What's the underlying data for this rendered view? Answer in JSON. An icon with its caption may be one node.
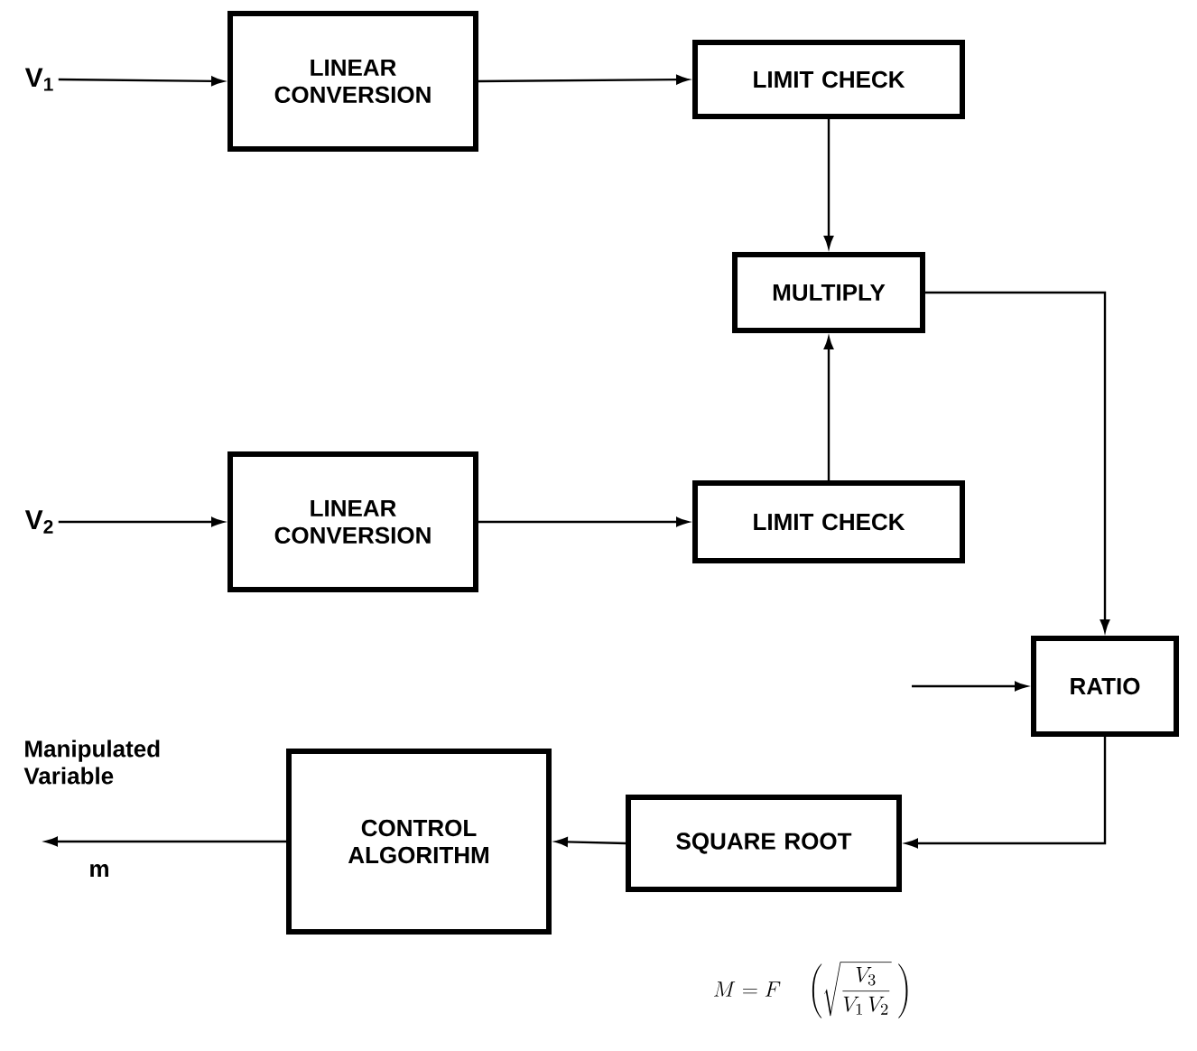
{
  "diagram": {
    "nodes": [
      {
        "text": [
          "V$_{1}$"
        ]
      },
      {
        "text": [
          "LINEAR CONVERSION"
        ]
      },
      {
        "text": [
          "LIMIT CHECK"
        ]
      },
      {
        "text": [
          "MULTIPLY"
        ]
      },
      {
        "text": [
          "V$_{2}$"
        ]
      },
      {
        "text": [
          "LINEAR CONVERSION"
        ]
      },
      {
        "text": [
          "LIMIT CHECK"
        ]
      },
      {
        "text": [
          "RATIO"
        ]
      },
      {
        "text": [
          "SQUARE ROOT"
        ]
      },
      {
        "text": [
          "CONTROL ALGORITHM"
        ]
      }
    ],
    "edges": [
      {
        "from": 0,
        "to": 1,
        "arrow": "to"
      },
      {
        "from": 1,
        "to": 2,
        "arrow": "to"
      },
      {
        "from": 2,
        "to": 3,
        "arrow": "to"
      },
      {
        "from": 4,
        "to": 5,
        "arrow": "to"
      },
      {
        "from": 5,
        "to": 6,
        "arrow": "to"
      },
      {
        "from": 6,
        "to": 3,
        "arrow": "to"
      },
      {
        "from": 3,
        "to": 7,
        "arrow": "to"
      },
      {
        "from": null,
        "to": 7,
        "arrow": "to"
      },
      {
        "from": 7,
        "to": 8,
        "arrow": "to"
      },
      {
        "from": 8,
        "to": 9,
        "arrow": "to"
      },
      {
        "from": 9,
        "to": null,
        "arrow": "to"
      }
    ],
    "labels": [
      "Manipulated Variable",
      "m",
      "M = F\\quad\\left(\\sqrt{\\frac{V_{3}}{V_{1}\\,V_{2}}}\\;\\right)"
    ]
  }
}
